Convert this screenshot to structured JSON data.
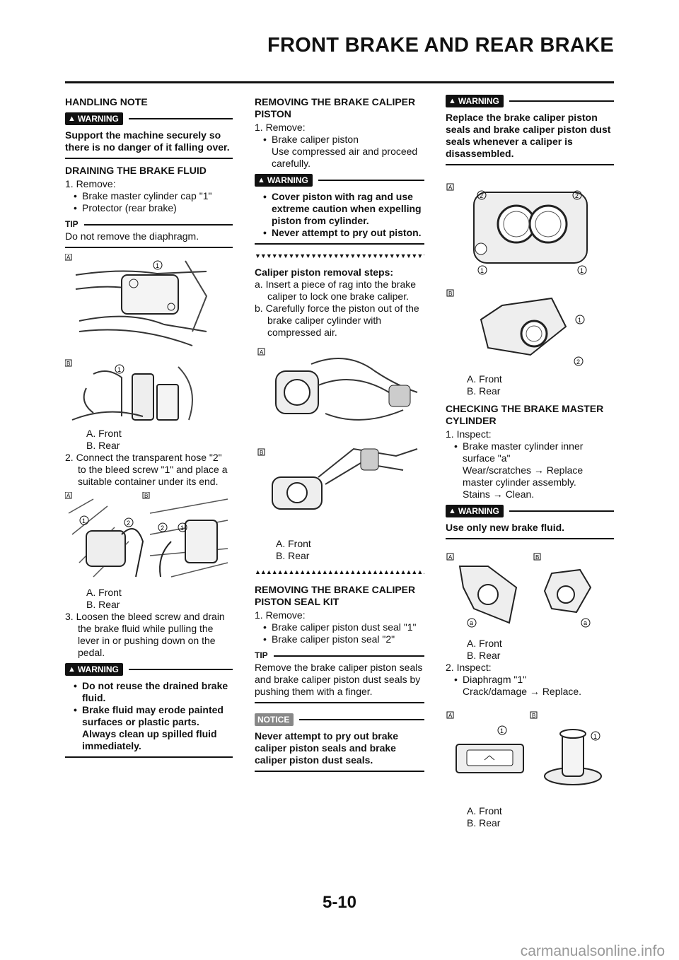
{
  "header": {
    "title": "FRONT BRAKE AND REAR BRAKE"
  },
  "labels": {
    "warning": "WARNING",
    "tip": "TIP",
    "notice": "NOTICE",
    "fig_a": "A",
    "fig_b": "B",
    "num1": "1",
    "num2": "2",
    "num_a": "a"
  },
  "captions": {
    "front": "A.   Front",
    "rear": "B.   Rear"
  },
  "col1": {
    "handling_heading": "HANDLING NOTE",
    "warn1": "Support the machine securely so there is no danger of it falling over.",
    "drain_heading": "DRAINING THE BRAKE FLUID",
    "step1": "1.  Remove:",
    "step1_b1": "Brake master cylinder cap \"1\"",
    "step1_b2": "Protector (rear brake)",
    "tip1": "Do not remove the diaphragm.",
    "step2": "2.  Connect the transparent hose \"2\" to the bleed screw \"1\" and place a suitable container under its end.",
    "step3": "3.  Loosen the bleed screw and drain the brake fluid while pulling the lever in or pushing down on the pedal.",
    "warn2_b1": "Do not reuse the drained brake fluid.",
    "warn2_b2": "Brake fluid may erode painted surfaces or plastic parts. Always clean up spilled fluid immediately."
  },
  "col2": {
    "piston_heading": "REMOVING THE BRAKE CALIPER PISTON",
    "step1": "1.  Remove:",
    "step1_b1": "Brake caliper piston",
    "step1_note": "Use compressed air and proceed carefully.",
    "warn_b1": "Cover piston with rag and use extreme caution when expelling piston from cylinder.",
    "warn_b2": "Never attempt to pry out piston.",
    "steps_heading": "Caliper piston removal steps:",
    "step_a": "a.  Insert a piece of rag into the brake caliper to lock one brake caliper.",
    "step_b": "b.  Carefully force the piston out of the brake caliper cylinder with compressed air.",
    "seal_heading": "REMOVING THE BRAKE CALIPER PISTON SEAL KIT",
    "seal_step1": "1.  Remove:",
    "seal_b1": "Brake caliper piston dust seal \"1\"",
    "seal_b2": "Brake caliper piston seal \"2\"",
    "tip": "Remove the brake caliper piston seals and brake caliper piston dust seals by pushing them with a finger.",
    "notice": "Never attempt to pry out brake caliper piston seals and brake caliper piston dust seals."
  },
  "col3": {
    "warn1": "Replace the brake caliper piston seals and brake caliper piston dust seals whenever a caliper is disassembled.",
    "check_heading": "CHECKING THE BRAKE MASTER CYLINDER",
    "step1": "1.  Inspect:",
    "step1_b1": "Brake master cylinder inner surface \"a\"",
    "step1_l1": "Wear/scratches → Replace master cylinder assembly.",
    "step1_l2": "Stains → Clean.",
    "warn2": "Use only new brake fluid.",
    "step2": "2.  Inspect:",
    "step2_b1": "Diaphragm \"1\"",
    "step2_l1": "Crack/damage → Replace."
  },
  "footer": {
    "page_number": "5-10",
    "watermark": "carmanualsonline.info"
  }
}
